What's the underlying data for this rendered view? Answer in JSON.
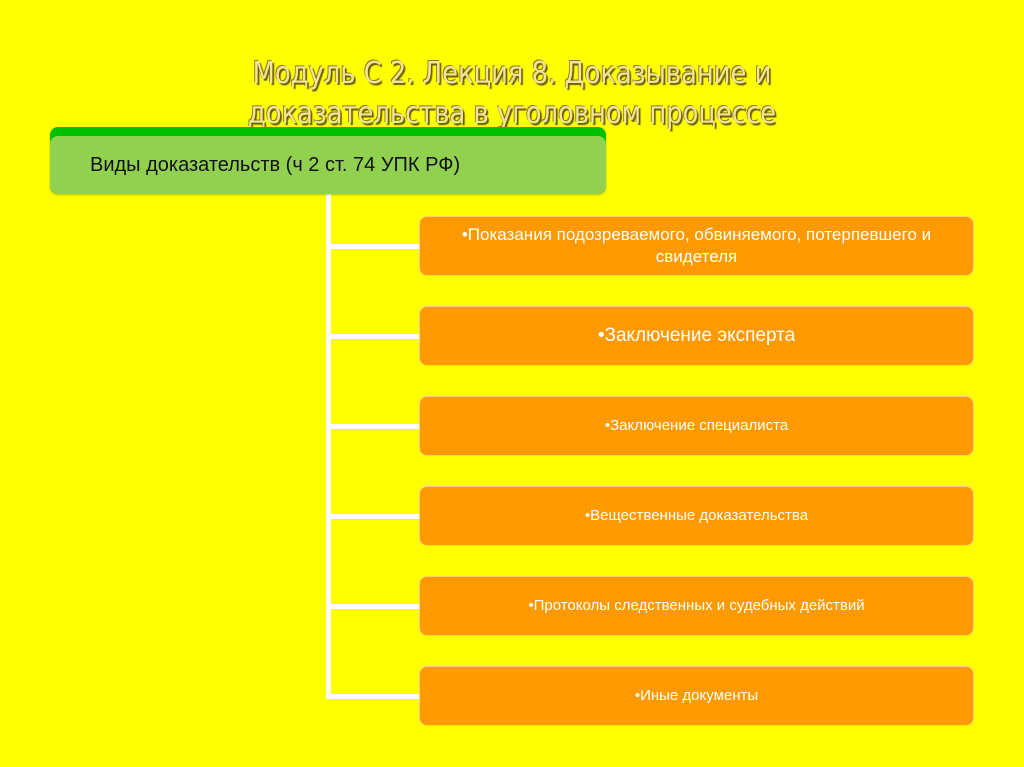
{
  "title": {
    "line1": "Модуль С 2. Лекция 8. Доказывание и",
    "line2": "доказательства в уголовном процессе"
  },
  "root": {
    "label": "Виды доказательств (ч 2 ст. 74 УПК РФ)"
  },
  "items": [
    {
      "label": "•Показания подозреваемого, обвиняемого, потерпевшего и свидетеля"
    },
    {
      "label": "•Заключение эксперта"
    },
    {
      "label": "•Заключение специалиста"
    },
    {
      "label": "•Вещественные доказательства"
    },
    {
      "label": "•Протоколы следственных и судебных действий"
    },
    {
      "label": "•Иные документы"
    }
  ],
  "colors": {
    "background": "#ffff00",
    "root": "#92d050",
    "root_accent": "#00c000",
    "item": "#ff9900",
    "connector": "#ffffff"
  }
}
